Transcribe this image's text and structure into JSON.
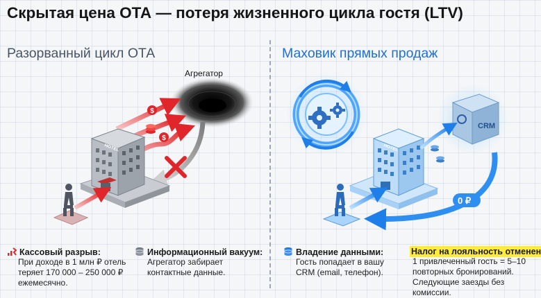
{
  "header": {
    "title": "Скрытая цена ОТА — потеря жизненного цикла гостя (LTV)"
  },
  "left_panel": {
    "heading": "Разорванный цикл ОТА",
    "aggregator_label": "Агрегатор",
    "hotel_sign": "HOTEL"
  },
  "right_panel": {
    "heading": "Маховик прямых продаж",
    "crm_label": "CRM",
    "zero_commission_label": "0 ₽"
  },
  "footer": {
    "cash_gap": {
      "icon": "broken-chart-icon",
      "title": "Кассовый разрыв:",
      "lines": [
        "При доходе в 1 млн ₽ отель",
        "теряет 170 000 – 250 000 ₽",
        "ежемесячно."
      ]
    },
    "info_vacuum": {
      "icon": "database-icon",
      "title": "Информационный вакуум:",
      "lines": [
        "Агрегатор забирает",
        "контактные данные."
      ]
    },
    "data_ownership": {
      "icon": "database-icon",
      "title": "Владение данными:",
      "lines": [
        "Гость попадает в вашу",
        "CRM (email, телефон)."
      ]
    },
    "loyalty_tax": {
      "title": "Налог на лояльность отменен:",
      "lines": [
        "1 привлеченный гость = 5–10",
        "повторных бронирований.",
        "Следующие заезды без комиссии."
      ]
    }
  },
  "colors": {
    "loss_red": "#e0262b",
    "flow_blue": "#2f8ff0",
    "heading_blue": "#1f6fd6",
    "highlight_yellow": "#ffec3a"
  }
}
